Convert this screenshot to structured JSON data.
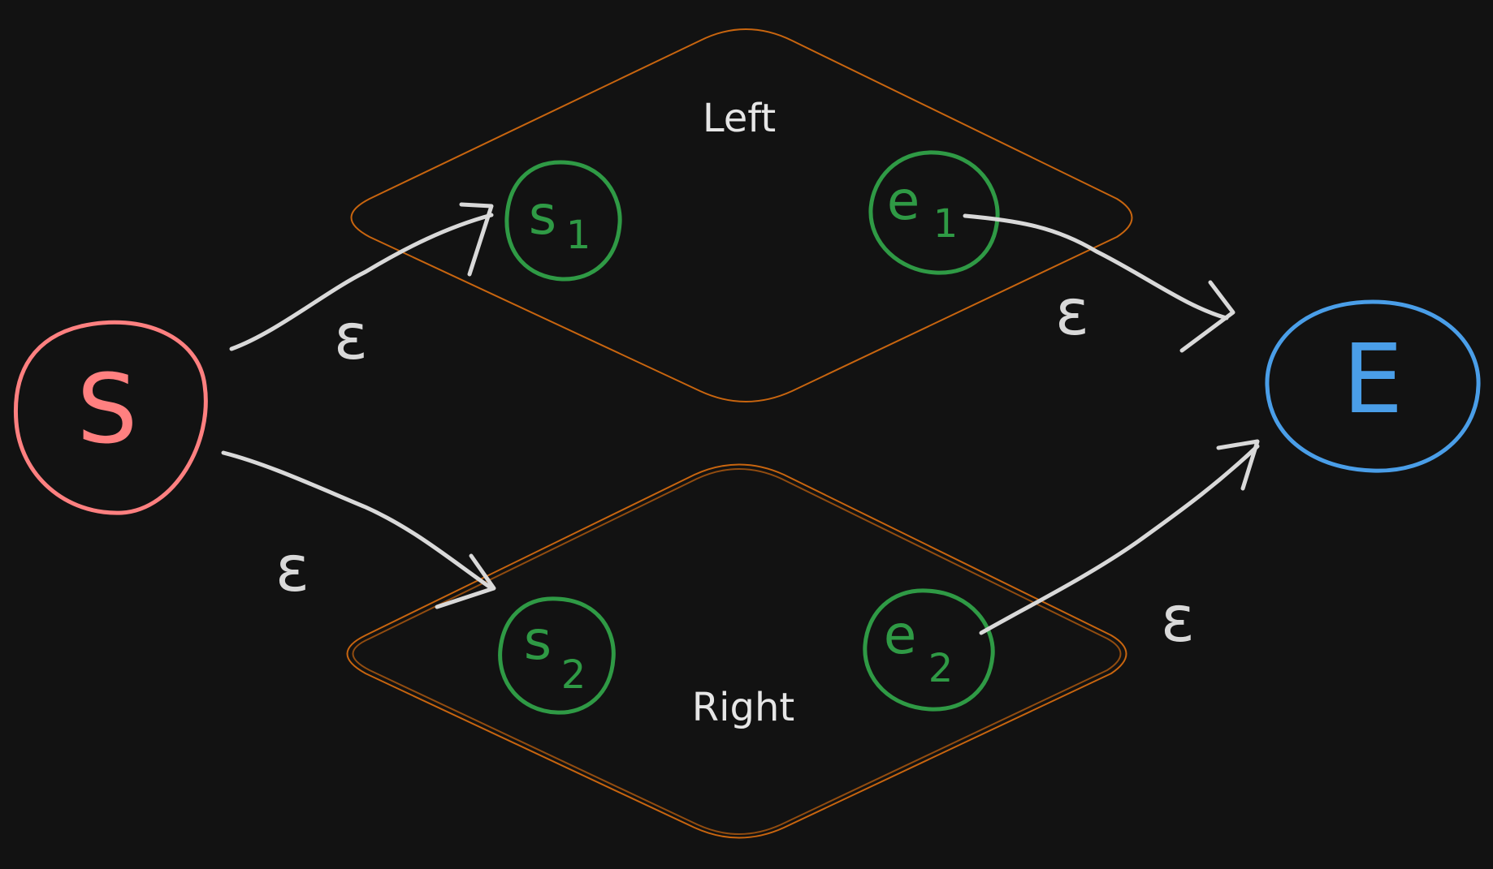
{
  "colors": {
    "background": "#121212",
    "start": "#ff8080",
    "end": "#4a9ee8",
    "inner": "#2f9a45",
    "region": "#c8650f",
    "edge": "#d9d9d9"
  },
  "regions": {
    "left_label": "Left",
    "right_label": "Right"
  },
  "nodes": {
    "start": "S",
    "end": "E",
    "s1": {
      "main": "s",
      "sub": "1"
    },
    "e1": {
      "main": "e",
      "sub": "1"
    },
    "s2": {
      "main": "s",
      "sub": "2"
    },
    "e2": {
      "main": "e",
      "sub": "2"
    }
  },
  "edges": {
    "start_to_s1": "ε",
    "e1_to_end": "ε",
    "start_to_s2": "ε",
    "e2_to_end": "ε"
  }
}
